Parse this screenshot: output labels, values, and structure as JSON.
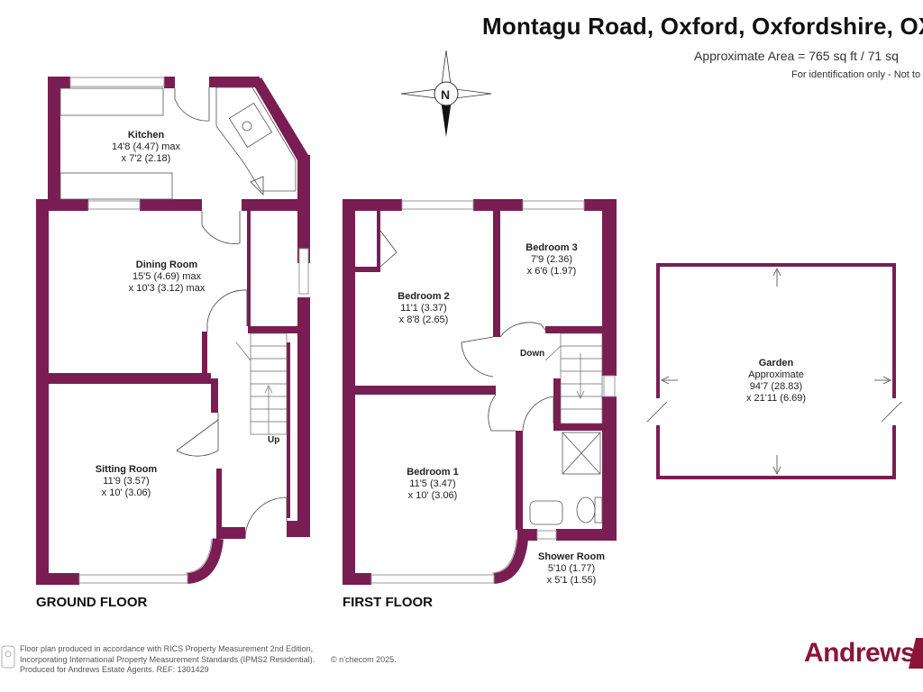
{
  "header": {
    "title": "Montagu Road, Oxford, Oxfordshire, OX",
    "area": "Approximate Area = 765 sq ft / 71 sq",
    "note": "For identification only - Not to sc"
  },
  "compass": {
    "label": "N"
  },
  "rooms": {
    "kitchen": {
      "name": "Kitchen",
      "dim1": "14'8 (4.47) max",
      "dim2": "x 7'2 (2.18)"
    },
    "dining": {
      "name": "Dining Room",
      "dim1": "15'5 (4.69) max",
      "dim2": "x 10'3 (3.12) max"
    },
    "sitting": {
      "name": "Sitting Room",
      "dim1": "11'9 (3.57)",
      "dim2": "x 10' (3.06)"
    },
    "bedroom2": {
      "name": "Bedroom 2",
      "dim1": "11'1 (3.37)",
      "dim2": "x 8'8 (2.65)"
    },
    "bedroom3": {
      "name": "Bedroom 3",
      "dim1": "7'9 (2.36)",
      "dim2": "x 6'6 (1.97)"
    },
    "bedroom1": {
      "name": "Bedroom 1",
      "dim1": "11'5 (3.47)",
      "dim2": "x 10' (3.06)"
    },
    "shower": {
      "name": "Shower Room",
      "dim1": "5'10 (1.77)",
      "dim2": "x 5'1 (1.55)"
    },
    "garden": {
      "name": "Garden",
      "dim0": "Approximate",
      "dim1": "94'7 (28.83)",
      "dim2": "x 21'11 (6.69)"
    }
  },
  "stairs": {
    "up": "Up",
    "down": "Down"
  },
  "floors": {
    "ground": "GROUND FLOOR",
    "first": "FIRST FLOOR"
  },
  "footer": {
    "line1": "Floor plan produced in accordance with RICS Property Measurement 2nd Edition,",
    "line2": "Incorporating International Property Measurement Standards (IPMS2 Residential).",
    "line3": "Produced for Andrews Estate Agents.  REF: 1301429",
    "nichecom": "© n’checom 2025."
  },
  "brand": {
    "name": "Andrews"
  },
  "colors": {
    "wall": "#7a1d52",
    "brand": "#8a1538"
  }
}
